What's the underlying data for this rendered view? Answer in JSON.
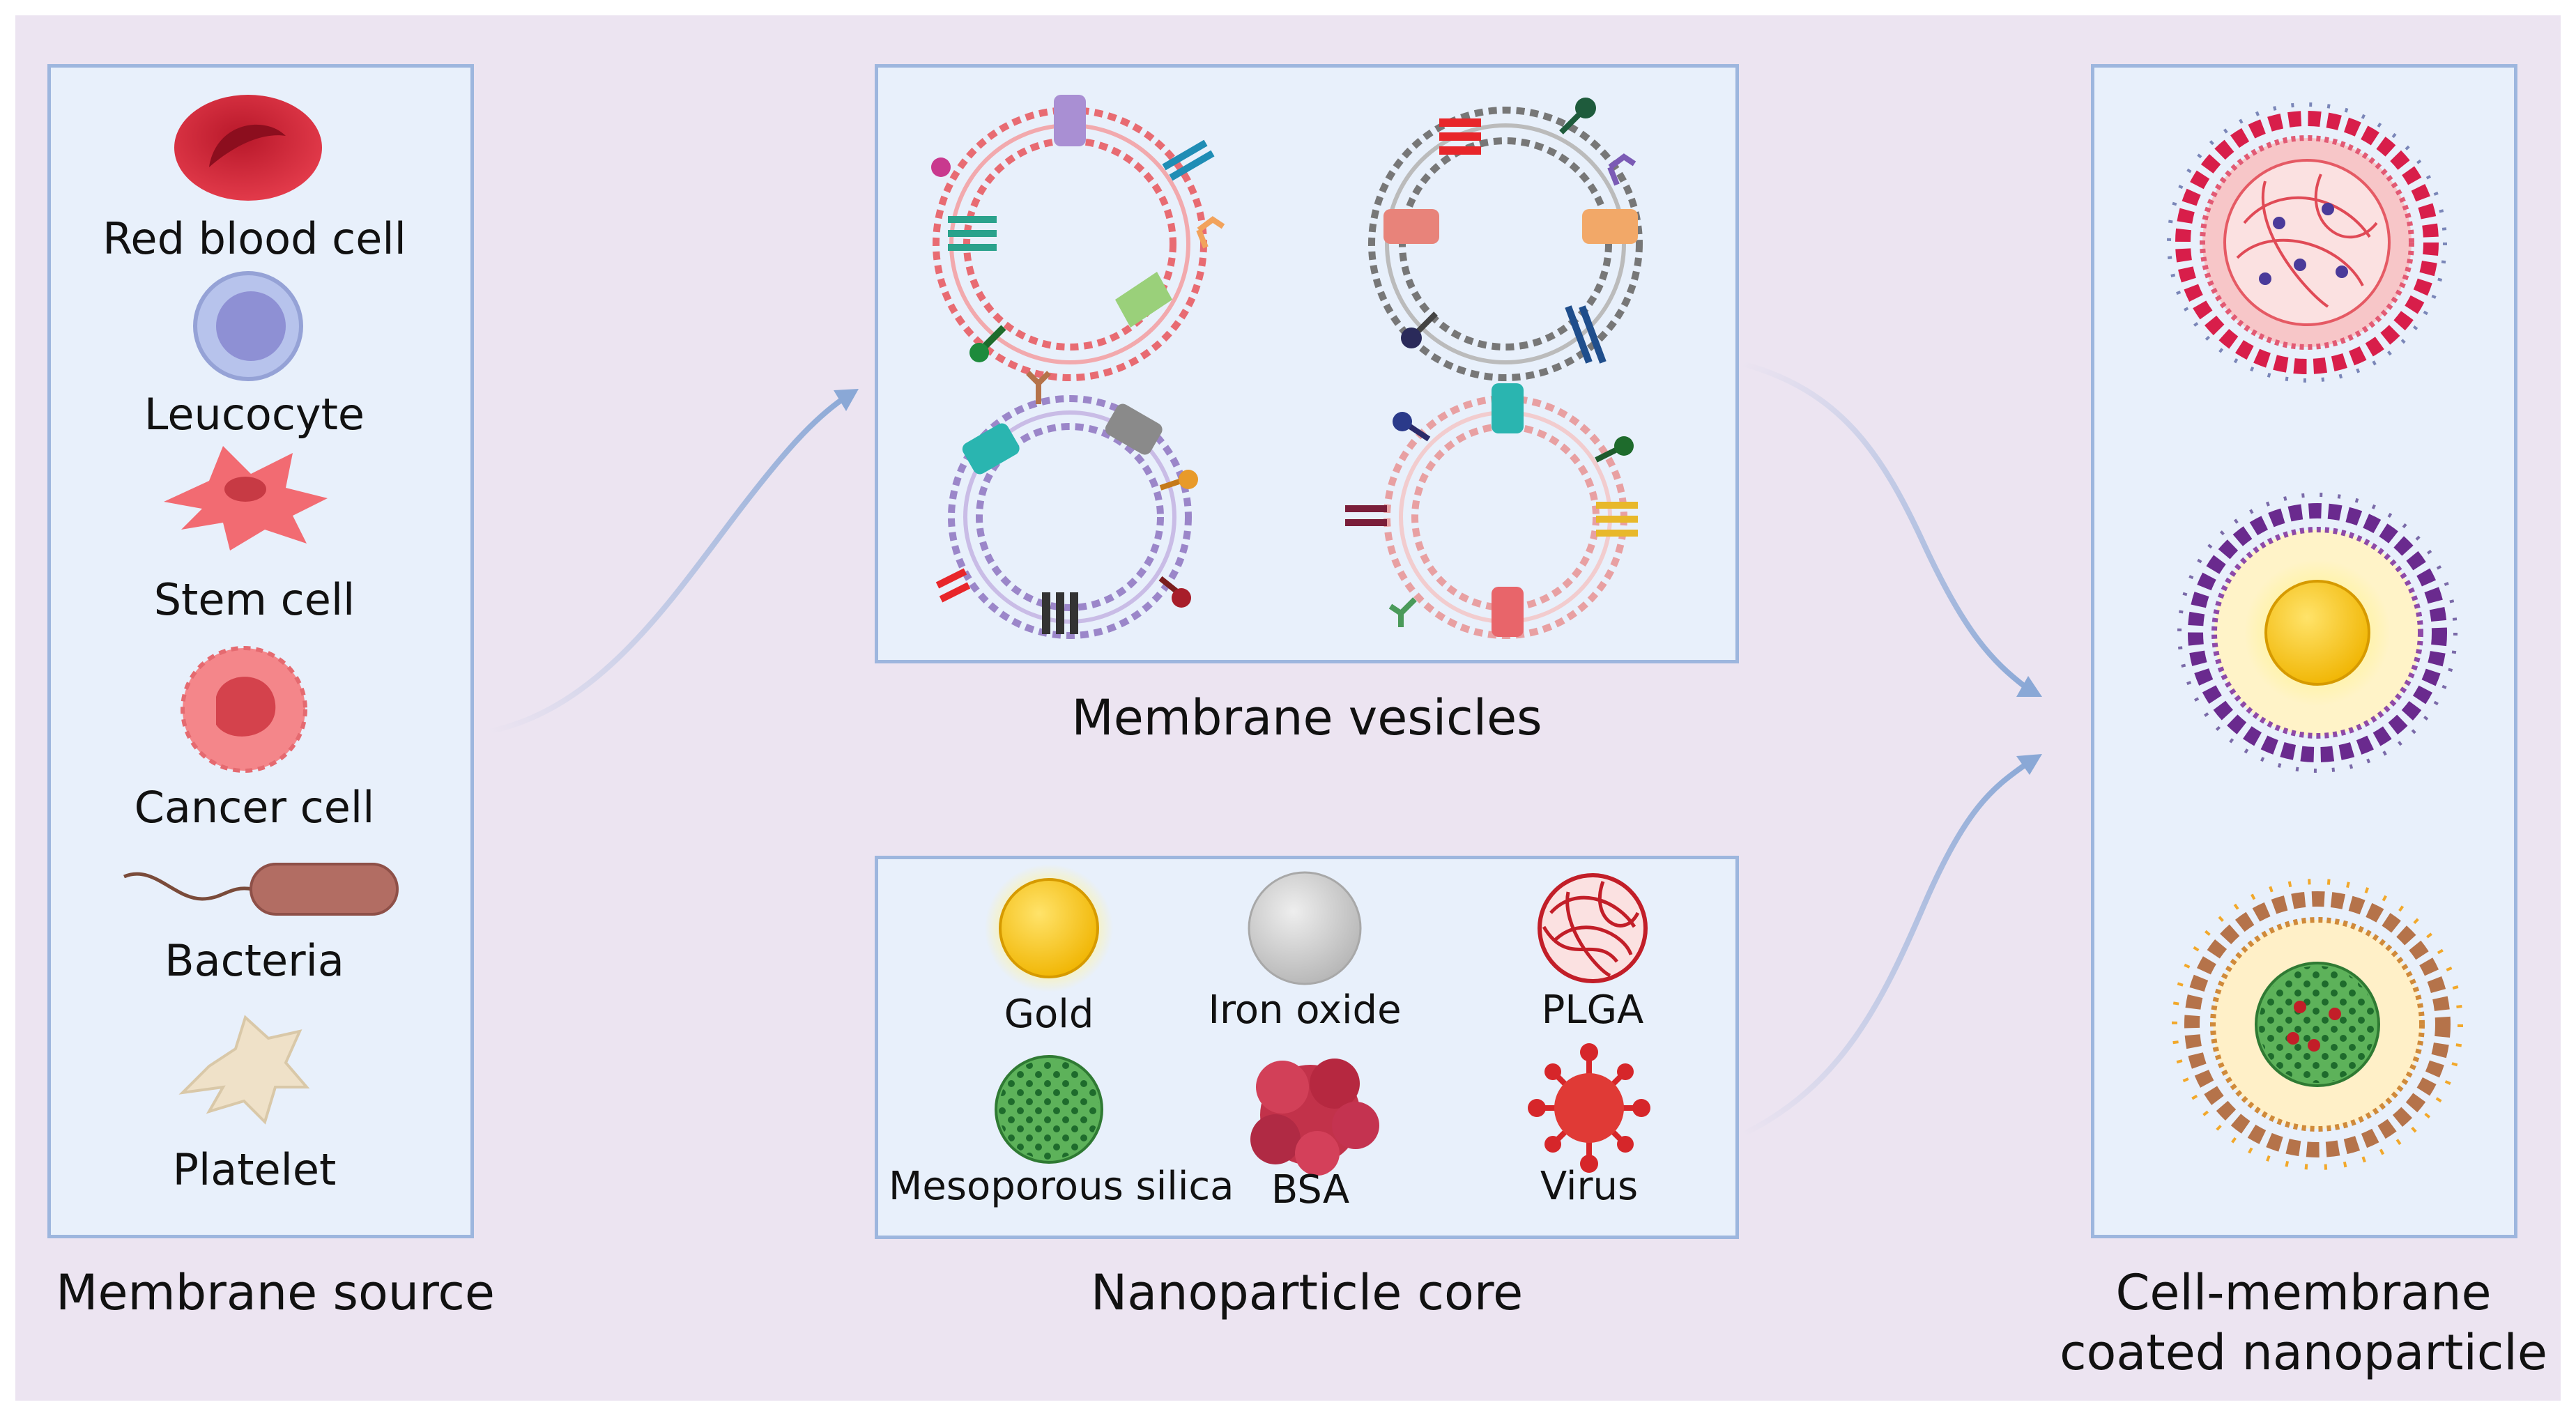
{
  "colors": {
    "background": "#ece4f1",
    "panel_fill": "#e8f0fb",
    "panel_border": "#9db6de",
    "arrow": "#8aa8d6"
  },
  "sources": {
    "title": "Membrane source",
    "items": [
      {
        "label": "Red blood cell",
        "icon": "red-blood-cell-icon"
      },
      {
        "label": "Leucocyte",
        "icon": "leucocyte-icon"
      },
      {
        "label": "Stem cell",
        "icon": "stem-cell-icon"
      },
      {
        "label": "Cancer cell",
        "icon": "cancer-cell-icon"
      },
      {
        "label": "Bacteria",
        "icon": "bacteria-icon"
      },
      {
        "label": "Platelet",
        "icon": "platelet-icon"
      }
    ]
  },
  "vesicles": {
    "title": "Membrane vesicles"
  },
  "cores": {
    "title": "Nanoparticle core",
    "items": [
      {
        "label": "Gold",
        "icon": "gold-icon"
      },
      {
        "label": "Iron oxide",
        "icon": "iron-oxide-icon"
      },
      {
        "label": "PLGA",
        "icon": "plga-icon"
      },
      {
        "label": "Mesoporous silica",
        "icon": "mesoporous-silica-icon"
      },
      {
        "label": "BSA",
        "icon": "bsa-icon"
      },
      {
        "label": "Virus",
        "icon": "virus-icon"
      }
    ]
  },
  "result": {
    "title_line1": "Cell-membrane",
    "title_line2": "coated nanoparticle"
  }
}
